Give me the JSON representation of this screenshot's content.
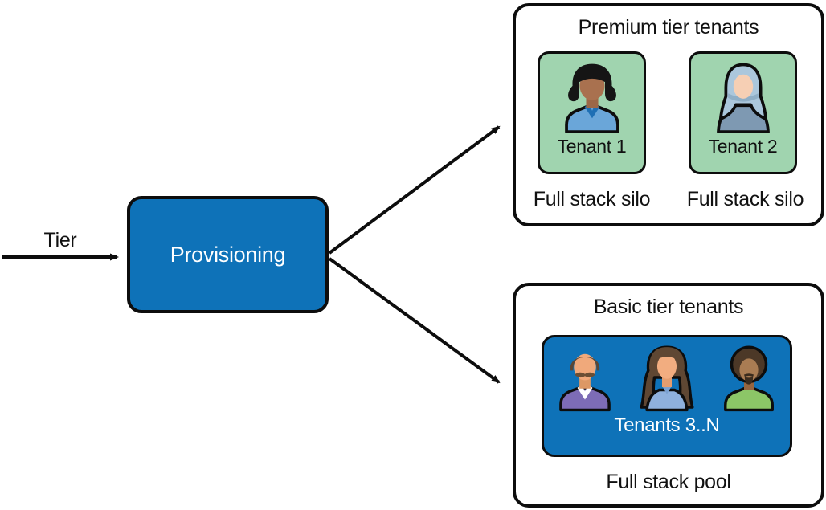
{
  "colors": {
    "brand_blue": "#0e72b8",
    "card_green": "#a0d4af",
    "ink": "#0d0d0d"
  },
  "input": {
    "label": "Tier"
  },
  "provisioning": {
    "label": "Provisioning"
  },
  "premium": {
    "title": "Premium tier tenants",
    "tenants": [
      {
        "label": "Tenant 1",
        "caption": "Full stack silo"
      },
      {
        "label": "Tenant 2",
        "caption": "Full stack silo"
      }
    ]
  },
  "basic": {
    "title": "Basic tier tenants",
    "pool": {
      "label": "Tenants 3..N"
    },
    "caption": "Full stack pool"
  }
}
